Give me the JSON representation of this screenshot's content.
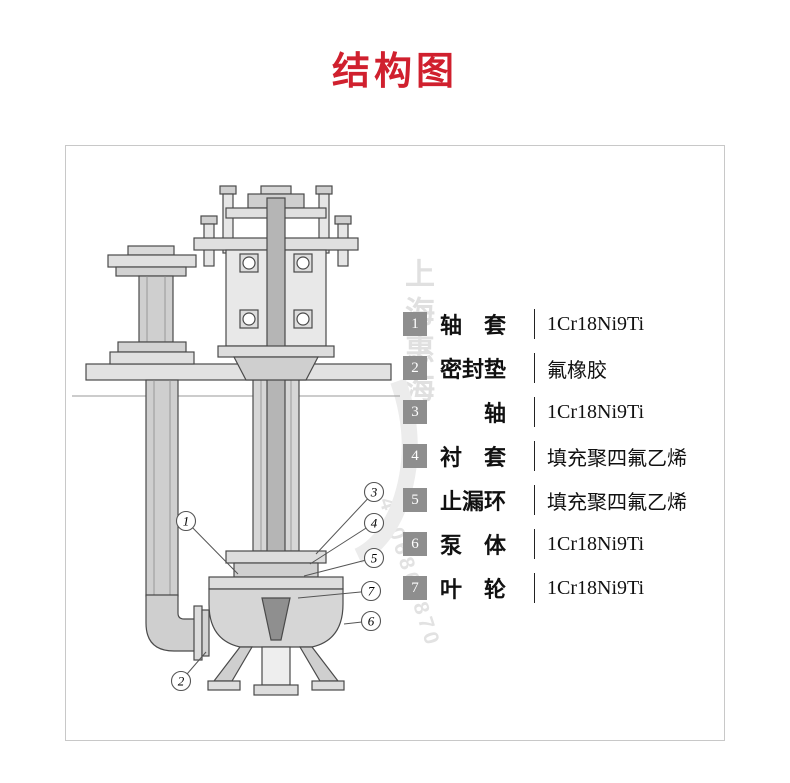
{
  "page": {
    "title": "结构图",
    "accent_color": "#d0202e"
  },
  "watermark": {
    "vertical_text": "上海惠海",
    "digits": "4006801870"
  },
  "diagram": {
    "description": "vertical-submerged-pump-structure",
    "callout_labels": [
      "1",
      "2",
      "3",
      "4",
      "5",
      "6",
      "7"
    ]
  },
  "parts_table": {
    "rows": [
      {
        "num": "1",
        "name": "轴　套",
        "material": "1Cr18Ni9Ti"
      },
      {
        "num": "2",
        "name": "密封垫",
        "material": "氟橡胶"
      },
      {
        "num": "3",
        "name": "　　轴",
        "material": "1Cr18Ni9Ti"
      },
      {
        "num": "4",
        "name": "衬　套",
        "material": "填充聚四氟乙烯"
      },
      {
        "num": "5",
        "name": "止漏环",
        "material": "填充聚四氟乙烯"
      },
      {
        "num": "6",
        "name": "泵　体",
        "material": "1Cr18Ni9Ti"
      },
      {
        "num": "7",
        "name": "叶　轮",
        "material": "1Cr18Ni9Ti"
      }
    ]
  }
}
